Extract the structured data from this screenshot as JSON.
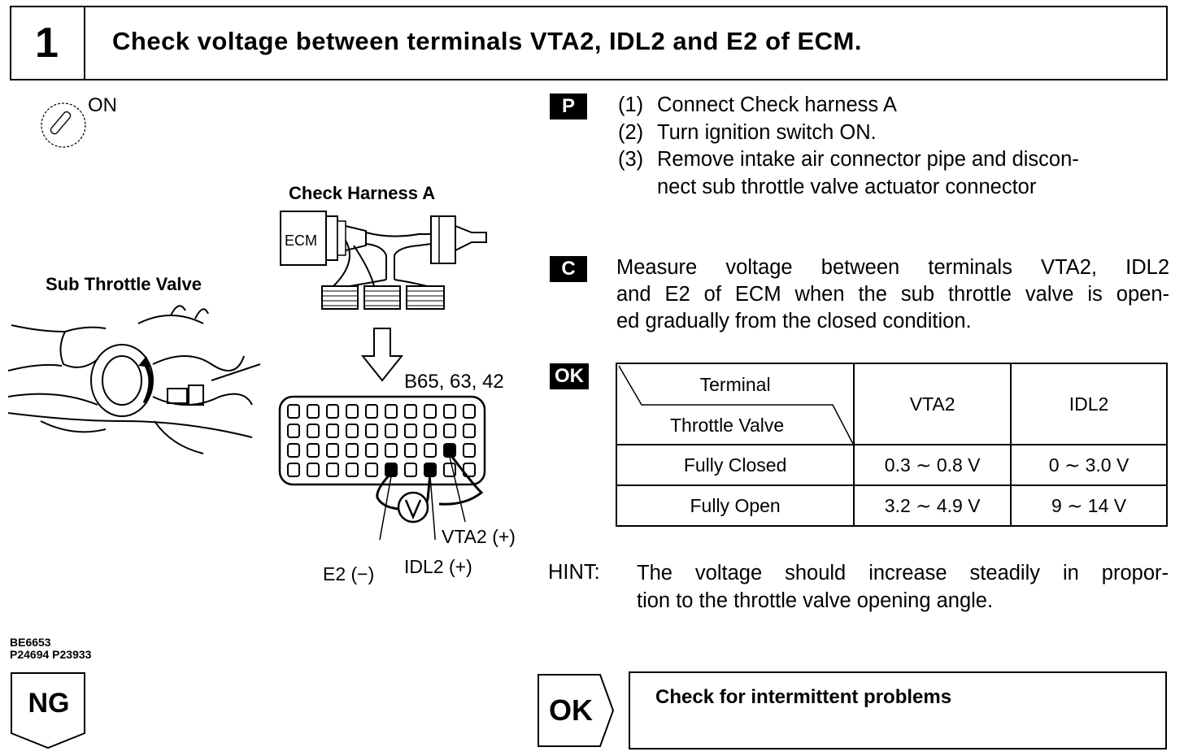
{
  "step": {
    "number": "1",
    "title": "Check voltage between terminals VTA2, IDL2 and E2 of ECM."
  },
  "ignition": {
    "label": "ON",
    "icon": "ignition-key-icon"
  },
  "figure": {
    "harness_label": "Check Harness A",
    "ecm_label": "ECM",
    "sub_throttle_label": "Sub Throttle Valve",
    "connector_label": "B65, 63, 42",
    "voltmeter_symbol": "V",
    "terminal_vta2": "VTA2 (+)",
    "terminal_idl2": "IDL2 (+)",
    "terminal_e2": "E2 (−)",
    "codes": [
      "BE6653",
      "P24694 P23933"
    ]
  },
  "preparation": {
    "badge": "P",
    "steps": [
      {
        "num": "(1)",
        "text": "Connect Check harness A"
      },
      {
        "num": "(2)",
        "text": "Turn ignition switch ON."
      },
      {
        "num": "(3)",
        "text": "Remove intake air connector pipe and discon-",
        "text2": "nect sub throttle valve actuator connector"
      }
    ]
  },
  "check": {
    "badge": "C",
    "line1": "Measure voltage between terminals VTA2, IDL2",
    "line2": "and E2 of ECM when the sub throttle valve is open-",
    "line3": "ed gradually from the closed condition."
  },
  "ok_spec": {
    "badge": "OK",
    "header_terminal": "Terminal",
    "header_throttle": "Throttle Valve",
    "col_vta2": "VTA2",
    "col_idl2": "IDL2",
    "rows": [
      {
        "label": "Fully Closed",
        "vta2": "0.3 ∼ 0.8 V",
        "idl2": "0 ∼ 3.0 V"
      },
      {
        "label": "Fully Open",
        "vta2": "3.2 ∼ 4.9 V",
        "idl2": "9 ∼ 14 V"
      }
    ]
  },
  "hint": {
    "label": "HINT:",
    "line1": "The voltage should increase steadily in propor-",
    "line2": "tion to the throttle valve opening angle."
  },
  "ng": {
    "label": "NG"
  },
  "ok_result": {
    "label": "OK",
    "text": "Check for intermittent problems"
  }
}
